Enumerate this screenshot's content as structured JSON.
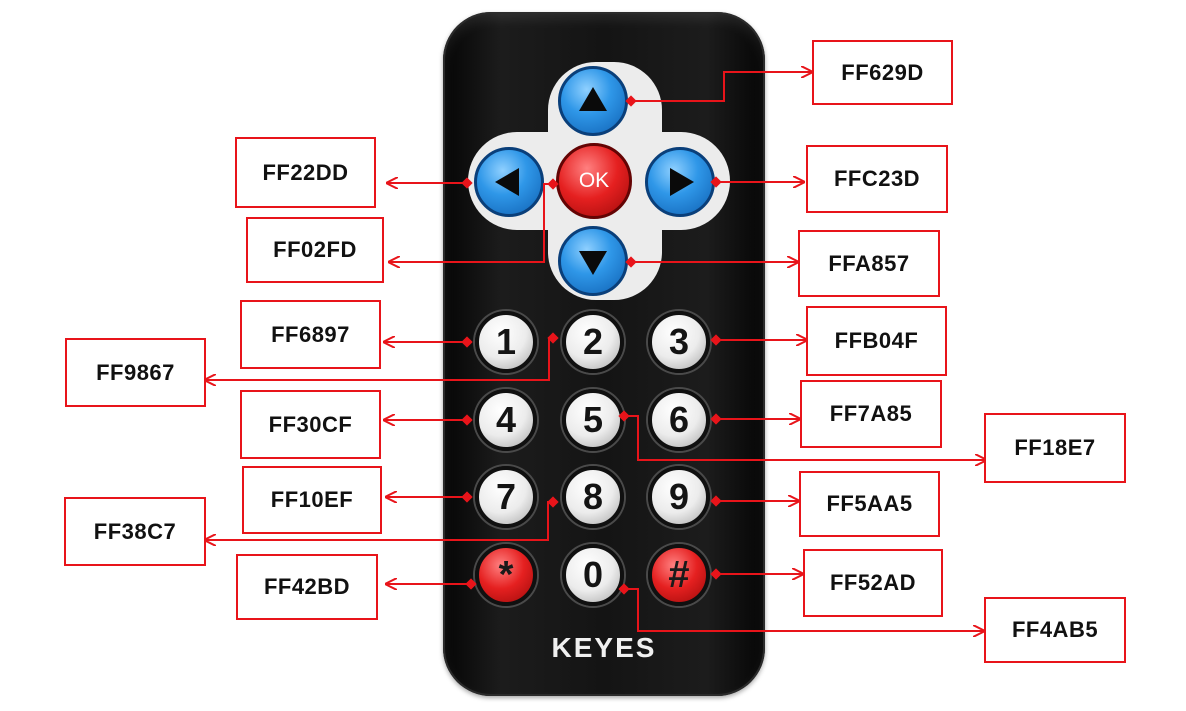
{
  "brand": "KEYES",
  "colors": {
    "arrow": "#e8141a",
    "body": "#141414",
    "dpad_bg": "#ececec",
    "direction_button": "#2f97e8",
    "ok_button": "#e52020",
    "number_button": "#ececec",
    "symbol_button": "#e52020"
  },
  "buttons": {
    "up": {
      "icon": "triangle-up-icon"
    },
    "down": {
      "icon": "triangle-down-icon"
    },
    "left": {
      "icon": "triangle-left-icon"
    },
    "right": {
      "icon": "triangle-right-icon"
    },
    "ok": {
      "label": "OK"
    },
    "n1": {
      "label": "1"
    },
    "n2": {
      "label": "2"
    },
    "n3": {
      "label": "3"
    },
    "n4": {
      "label": "4"
    },
    "n5": {
      "label": "5"
    },
    "n6": {
      "label": "6"
    },
    "n7": {
      "label": "7"
    },
    "n8": {
      "label": "8"
    },
    "n9": {
      "label": "9"
    },
    "star": {
      "label": "*"
    },
    "n0": {
      "label": "0"
    },
    "hash": {
      "label": "#"
    }
  },
  "codes": {
    "up": "FF629D",
    "left": "FF22DD",
    "ok": "FF02FD",
    "right": "FFC23D",
    "down": "FFA857",
    "n1": "FF6897",
    "n2": "FF9867",
    "n3": "FFB04F",
    "n4": "FF30CF",
    "n5": "FF18E7",
    "n6": "FF7A85",
    "n7": "FF10EF",
    "n8": "FF38C7",
    "n9": "FF5AA5",
    "star": "FF42BD",
    "n0": "FF4AB5",
    "hash": "FF52AD"
  }
}
